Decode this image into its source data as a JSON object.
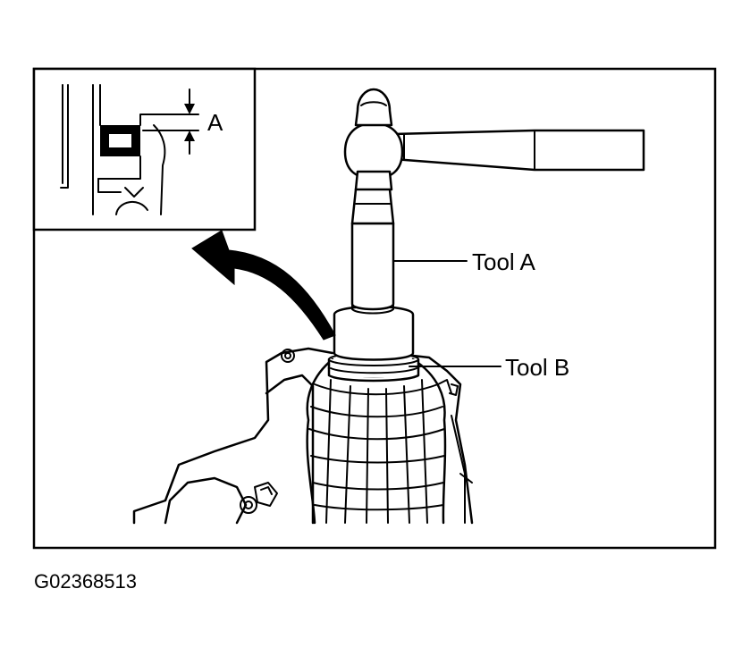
{
  "labels": {
    "tool_a": "Tool A",
    "tool_b": "Tool B",
    "dimension_a": "A"
  },
  "figure_id": "G02368513",
  "colors": {
    "line": "#000000",
    "background": "#ffffff"
  }
}
